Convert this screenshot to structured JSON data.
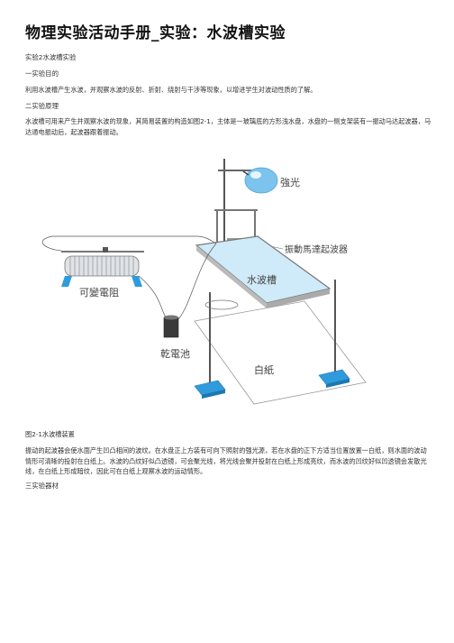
{
  "doc": {
    "title": "物理实验活动手册_实验：水波槽实验",
    "subtitle": "实验2水波槽实验",
    "section1": "一实验目的",
    "para1": "利用水波槽产生水波，并观察水波的反射、折射、绕射与干涉等现象，以增进学生对波动性质的了解。",
    "section2": "二实验原理",
    "para2": "水波槽可用来产生并观察水波的现象，其简易装置的构造如图2-1，主体是一玻璃底的方形浅水盘，水盘的一侧支架装有一振动马达起波器，马达通电振动后，起波器跟着振动。",
    "figure_caption": "图2-1水波槽装置",
    "para3": "振动的起波器会使水面产生凹凸相间的波纹。在水盘正上方装有可向下照射的强光源，若在水盘的正下方适当位置放置一白纸，则水面的波动情形可清晰的投射在白纸上。水波的凸纹好似凸透镜，可会聚光线，将光线会聚并投射在白纸上形成亮纹，而水波的凹纹好似凹透镜会发散光线，在白纸上形成暗纹，因此可在白纸上观察水波的运动情形。",
    "section3": "三实验器材"
  },
  "figure": {
    "label_light": "強光",
    "label_vibrator": "振動馬達起波器",
    "label_tank": "水波槽",
    "label_resistor": "可變電阻",
    "label_battery": "乾電池",
    "label_paper": "白紙"
  },
  "colors": {
    "stand_blue": "#2f9bdc",
    "water": "#cfeaf8",
    "light": "#7cc4ee",
    "frame": "#888888"
  }
}
